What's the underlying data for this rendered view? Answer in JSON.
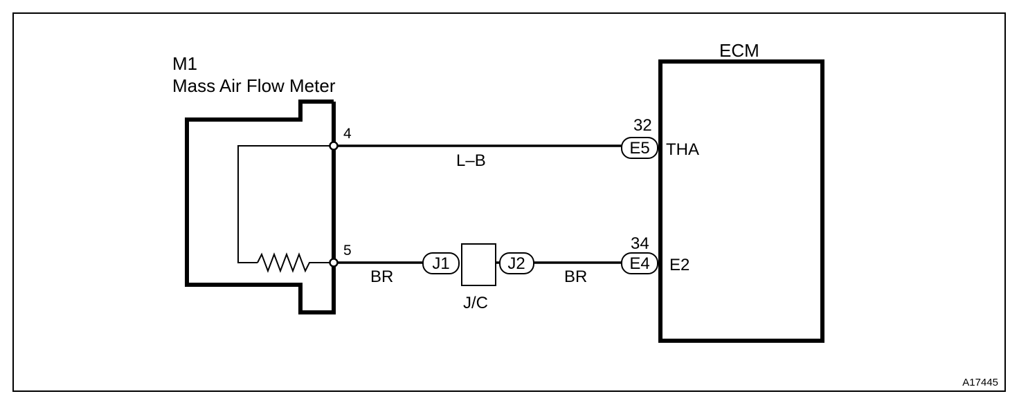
{
  "component": {
    "code": "M1",
    "name": "Mass Air Flow Meter",
    "pin_top": "4",
    "pin_bottom": "5"
  },
  "ecm": {
    "title": "ECM",
    "pins": [
      {
        "number": "32",
        "connector": "E5",
        "signal": "THA"
      },
      {
        "number": "34",
        "connector": "E4",
        "signal": "E2"
      }
    ]
  },
  "wires": {
    "top_color": "L–B",
    "bottom_left_color": "BR",
    "bottom_right_color": "BR"
  },
  "junction": {
    "label": "J/C",
    "left_connector": "J1",
    "right_connector": "J2"
  },
  "figure_id": "A17445"
}
